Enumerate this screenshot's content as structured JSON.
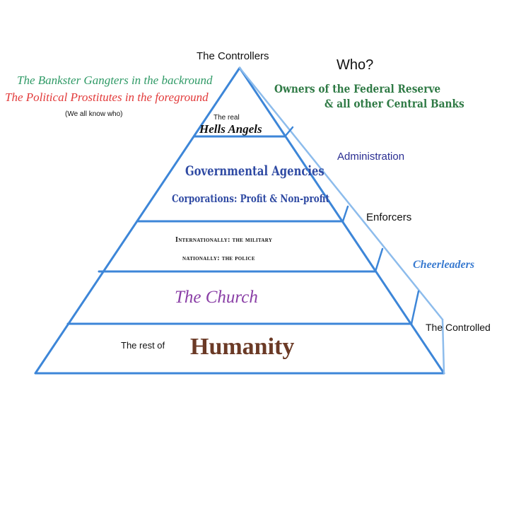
{
  "colors": {
    "outline": "#3d86d8",
    "outline_light": "#8dbcec",
    "green": "#2f7a45",
    "red": "#e23a3a",
    "navy": "#2a2e92",
    "blue_text": "#2f4aa3",
    "purple": "#8a3fa6",
    "brown": "#6b3a26",
    "black": "#111111"
  },
  "top": {
    "controllers": "The Controllers",
    "who": "Who?"
  },
  "left_note": {
    "line1": "The Bankster Gangters in the backround",
    "line2": "The Political Prostitutes in the foreground",
    "line3": "(We all know who)"
  },
  "right_labels": {
    "owners_line1": "Owners of the Federal Reserve",
    "owners_line2": "& all other Central Banks",
    "administration": "Administration",
    "enforcers": "Enforcers",
    "cheerleaders": "Cheerleaders",
    "controlled": "The Controlled"
  },
  "tiers": {
    "top_small": "The real",
    "top_big": "Hells Angels",
    "admin_line1": "Governmental  Agencies",
    "admin_line2": "Corporations: Profit & Non-profit",
    "enforcers_line1": "Internationally:  the military",
    "enforcers_line2": "nationally:  the police",
    "church": "The Church",
    "bottom_small": "The rest of",
    "bottom_big": "Humanity"
  }
}
